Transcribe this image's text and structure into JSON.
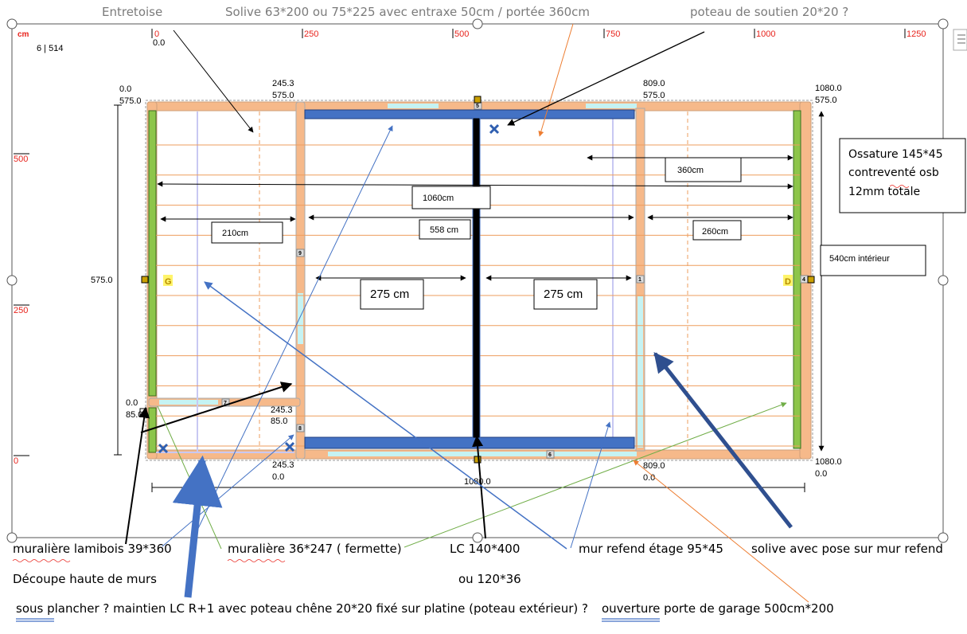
{
  "top_labels": {
    "entretoise": "Entretoise",
    "solive": "Solive 63*200 ou 75*225 avec entraxe 50cm / portée 360cm",
    "poteau": "poteau de soutien 20*20 ?"
  },
  "ruler": {
    "unit": "cm",
    "scale_readout": "6 | 514",
    "top_ticks": [
      "0",
      "250",
      "500",
      "750",
      "1000",
      "1250"
    ],
    "left_ticks": [
      "500",
      "250",
      "0"
    ]
  },
  "coords": {
    "tl": [
      "0.0",
      "575.0"
    ],
    "tm1": [
      "245.3",
      "575.0"
    ],
    "tm2": [
      "809.0",
      "575.0"
    ],
    "tr": [
      "1080.0",
      "575.0"
    ],
    "origin": "0.0",
    "left_mid": "575.0",
    "ml": [
      "0.0",
      "85.0"
    ],
    "mm": [
      "245.3",
      "85.0"
    ],
    "bl": [
      "245.3",
      "0.0"
    ],
    "bm": [
      "809.0",
      "0.0"
    ],
    "br": [
      "1080.0",
      "0.0"
    ],
    "bottom_len": "1080.0"
  },
  "wall_numbers": [
    "5",
    "9",
    "7",
    "8",
    "6",
    "1",
    "4"
  ],
  "side_marks": {
    "left": "G",
    "right": "D"
  },
  "dimensions": {
    "d360": "360cm",
    "d1060": "1060cm",
    "d210": "210cm",
    "d558": "558 cm",
    "d260": "260cm",
    "d275a": "275 cm",
    "d275b": "275 cm",
    "d540": "540cm intérieur"
  },
  "ossature": [
    "Ossature 145*45",
    "contreventé osb",
    "12mm totale"
  ],
  "bottom_labels": {
    "muraliere_lamibois": "muralière lamibois 39*360",
    "muraliere_fermette": "muralière 36*247 ( fermette)",
    "lc": "LC 140*400",
    "lc_alt": "ou 120*36",
    "mur_refend": "mur refend étage 95*45",
    "solive_pose": "solive avec pose sur mur refend",
    "decoupe": "Découpe haute de murs",
    "sous_plancher": "sous plancher ? maintien LC R+1 avec poteau chêne 20*20 fixé sur platine (poteau extérieur) ?",
    "ouverture": "ouverture porte de garage 500cm*200"
  },
  "colors": {
    "wall_orange": "#f6b98a",
    "joist_orange": "#ee9d5d",
    "beam_blue": "#4472c4",
    "post_green": "#8dc54a",
    "accent_cyan": "#c5f3f3",
    "ruler_red": "#e8231c",
    "arrow_blue": "#4472c4",
    "arrow_orange": "#ed7d31",
    "arrow_green": "#70ad47"
  }
}
